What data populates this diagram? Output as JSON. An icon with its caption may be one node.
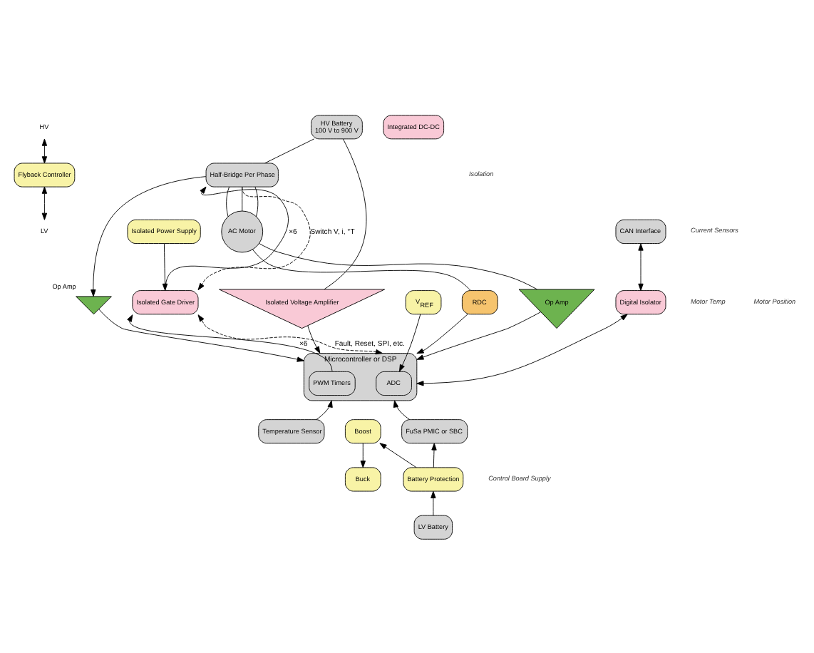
{
  "diagram": {
    "nodes": [
      {
        "text": [
          "HV"
        ]
      },
      {
        "text": [
          "HV Battery",
          "100 V to 900 V"
        ]
      },
      {
        "text": [
          "Half-Bridge Per Phase"
        ]
      },
      {
        "text": [
          "AC Motor"
        ]
      },
      {
        "text": [
          "Flyback Controller"
        ]
      },
      {
        "text": [
          "Integrated DC-DC"
        ]
      },
      {
        "text": [
          "Isolated Voltage Amplifier"
        ]
      },
      {
        "text": [
          "Isolated Power Supply"
        ]
      },
      {
        "text": [
          "Isolated Gate Driver"
        ]
      },
      {
        "text": [],
        "shape": "triangle",
        "beside": [
          "Op Amp"
        ]
      },
      {
        "text": [
          "Op Amp"
        ]
      },
      {
        "text": [
          "RDC"
        ]
      },
      {
        "text": [
          "LV"
        ]
      },
      {
        "text": [
          "CAN Interface"
        ]
      },
      {
        "text": [
          "Digital Isolator"
        ]
      },
      {
        "text": [
          "Microcontroller or DSP"
        ]
      },
      {
        "text": [
          "PWM Timers"
        ],
        "in": 15
      },
      {
        "text": [
          "ADC"
        ],
        "in": 15
      },
      {
        "text": [
          "V$_{REF}$"
        ]
      },
      {
        "text": [
          "Temperature Sensor"
        ]
      },
      {
        "text": [
          "FuSa PMIC or SBC"
        ]
      },
      {
        "text": [
          "Boost"
        ]
      },
      {
        "text": [
          "Buck"
        ]
      },
      {
        "text": [
          "Battery Protection"
        ]
      },
      {
        "text": [
          "LV Battery"
        ]
      }
    ],
    "edges": [
      {
        "from": 0,
        "to": 4,
        "arrow": "both"
      },
      {
        "from": 4,
        "to": 12,
        "arrow": "both"
      },
      {
        "from": 1,
        "to": 2,
        "arrow": "none"
      },
      {
        "from": 1,
        "to": 6,
        "arrow": "none"
      },
      {
        "from": 2,
        "to": 3,
        "arrow": "none"
      },
      {
        "from": 2,
        "to": 3,
        "arrow": "none"
      },
      {
        "from": 2,
        "to": 3,
        "arrow": "none"
      },
      {
        "from": 2,
        "to": 9,
        "arrow": "to"
      },
      {
        "from": 3,
        "to": 10,
        "arrow": "none"
      },
      {
        "from": 3,
        "to": 11,
        "arrow": "none"
      },
      {
        "from": 7,
        "to": 8,
        "arrow": "to"
      },
      {
        "from": 8,
        "to": 2,
        "arrow": "to",
        "label": "×6"
      },
      {
        "from": 2,
        "to": 8,
        "arrow": "to",
        "label": "Switch V, i, °T",
        "style": "dashed"
      },
      {
        "from": 16,
        "to": 8,
        "arrow": "to",
        "label": "×6"
      },
      {
        "from": 15,
        "to": 8,
        "arrow": "both",
        "label": "Fault, Reset, SPI, etc.",
        "style": "dashed"
      },
      {
        "from": 6,
        "to": 15,
        "arrow": "to"
      },
      {
        "from": 9,
        "to": 15,
        "arrow": "to"
      },
      {
        "from": 10,
        "to": 15,
        "arrow": "to"
      },
      {
        "from": 11,
        "to": 15,
        "arrow": "to"
      },
      {
        "from": 18,
        "to": 17,
        "arrow": "to"
      },
      {
        "from": 13,
        "to": 14,
        "arrow": "both"
      },
      {
        "from": 14,
        "to": 15,
        "arrow": "both"
      },
      {
        "from": 19,
        "to": 15,
        "arrow": "to"
      },
      {
        "from": 20,
        "to": 15,
        "arrow": "to"
      },
      {
        "from": 23,
        "to": 20,
        "arrow": "to"
      },
      {
        "from": 23,
        "to": 21,
        "arrow": "to"
      },
      {
        "from": 21,
        "to": 22,
        "arrow": "to"
      },
      {
        "from": 24,
        "to": 23,
        "arrow": "to"
      }
    ],
    "labels": [
      "Current Sensors",
      "Motor Temp",
      "Motor Position",
      "Isolation",
      "Control Board Supply"
    ]
  }
}
